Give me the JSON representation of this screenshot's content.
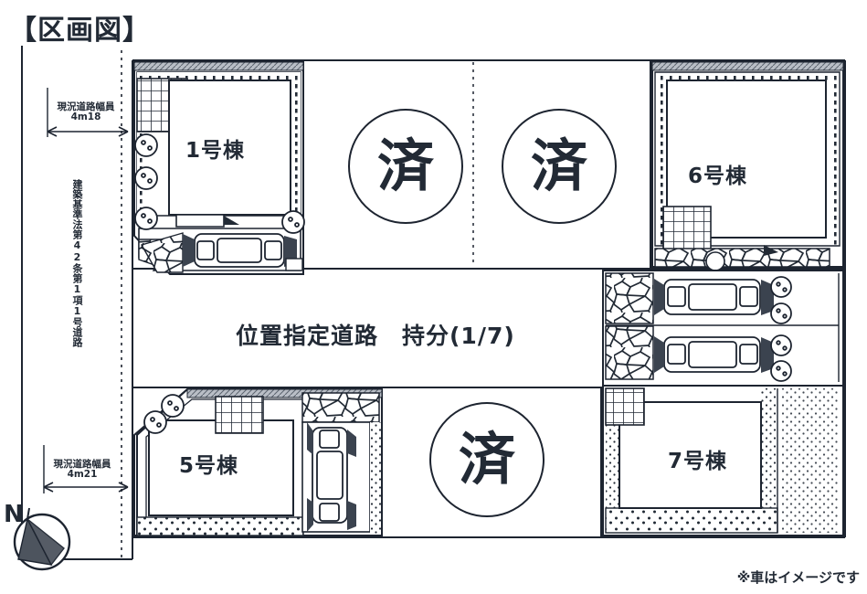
{
  "title": "【区画図】",
  "note": "※車はイメージです",
  "road": {
    "center_label": "位置指定道路　持分(1/7)",
    "dim_top": {
      "text": "現況道路幅員",
      "value": "4m18"
    },
    "dim_bottom": {
      "text": "現況道路幅員",
      "value": "4m21"
    },
    "vertical_note": "建築基準法第42条第1項1号道路"
  },
  "compass": {
    "label": "N",
    "icon": "compass-rose-icon"
  },
  "plots": [
    {
      "id": "1",
      "label": "1号棟",
      "status": "available"
    },
    {
      "id": "6",
      "label": "6号棟",
      "status": "available"
    },
    {
      "id": "5",
      "label": "5号棟",
      "status": "available"
    },
    {
      "id": "7",
      "label": "7号棟",
      "status": "available"
    }
  ],
  "sold_markers": [
    {
      "id": "sold-1",
      "label": "済"
    },
    {
      "id": "sold-2",
      "label": "済"
    },
    {
      "id": "sold-3",
      "label": "済"
    }
  ],
  "colors": {
    "ink": "#222a35",
    "line": "#1d2430",
    "paper": "#ffffff"
  }
}
